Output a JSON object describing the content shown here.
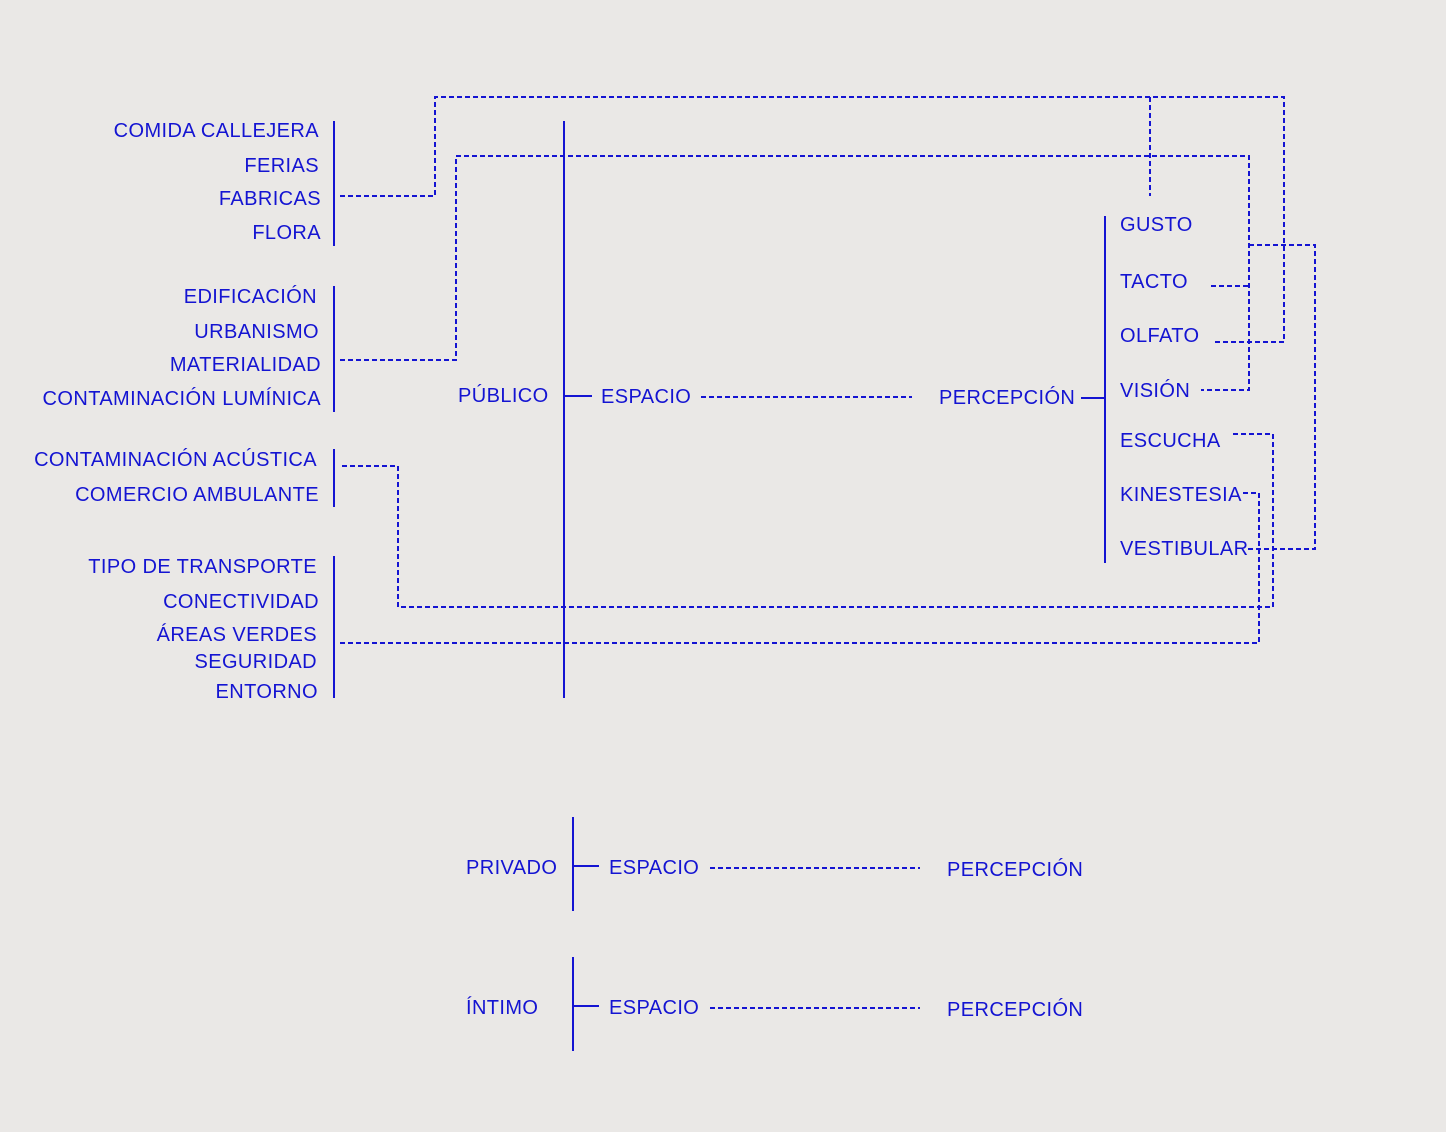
{
  "colors": {
    "background": "#EAE8E6",
    "ink": "#1414D2"
  },
  "factor_groups": [
    {
      "items": [
        "COMIDA CALLEJERA",
        "FERIAS",
        "FABRICAS",
        "FLORA"
      ]
    },
    {
      "items": [
        "EDIFICACIÓN",
        "URBANISMO",
        "MATERIALIDAD",
        "CONTAMINACIÓN LUMÍNICA"
      ]
    },
    {
      "items": [
        "CONTAMINACIÓN ACÚSTICA",
        "COMERCIO AMBULANTE"
      ]
    },
    {
      "items": [
        "TIPO DE TRANSPORTE",
        "CONECTIVIDAD",
        "ÁREAS VERDES",
        "SEGURIDAD",
        "ENTORNO"
      ]
    }
  ],
  "publico": {
    "label": "PÚBLICO",
    "espacio": "ESPACIO",
    "percepcion": "PERCEPCIÓN"
  },
  "senses": [
    "GUSTO",
    "TACTO",
    "OLFATO",
    "VISIÓN",
    "ESCUCHA",
    "KINESTESIA",
    "VESTIBULAR"
  ],
  "privado": {
    "label": "PRIVADO",
    "espacio": "ESPACIO",
    "percepcion": "PERCEPCIÓN"
  },
  "intimo": {
    "label": "ÍNTIMO",
    "espacio": "ESPACIO",
    "percepcion": "PERCEPCIÓN"
  }
}
